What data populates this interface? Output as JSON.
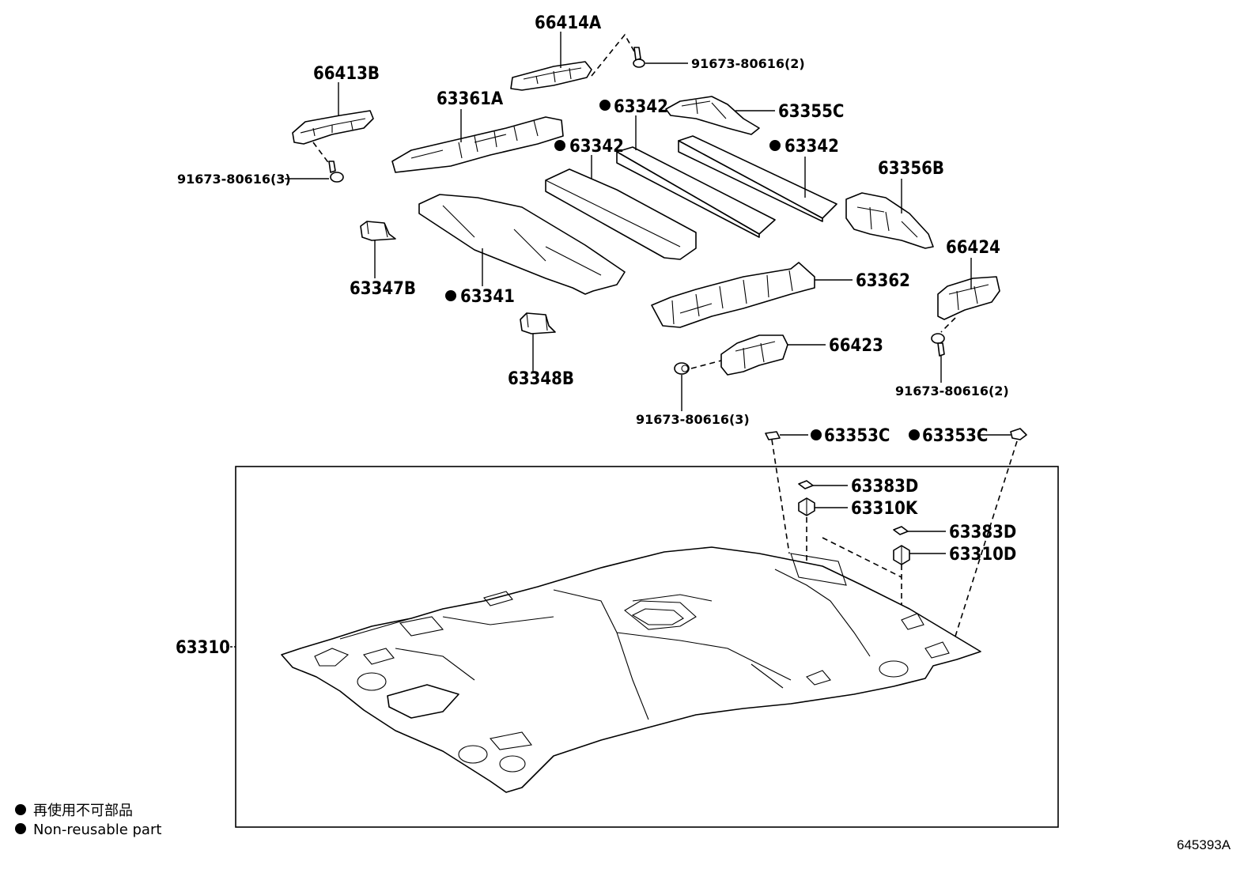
{
  "labels": {
    "p66414A": "66414A",
    "p91673_top": "91673-80616(2)",
    "p66413B": "66413B",
    "p63361A": "63361A",
    "p63342_a": "63342",
    "p63355C": "63355C",
    "p63342_b": "63342",
    "p63342_c": "63342",
    "p91673_left": "91673-80616(3)",
    "p63356B": "63356B",
    "p66424": "66424",
    "p63347B": "63347B",
    "p63341": "63341",
    "p63362": "63362",
    "p66423": "66423",
    "p63348B": "63348B",
    "p91673_right": "91673-80616(2)",
    "p91673_center": "91673-80616(3)",
    "p63353C_a": "63353C",
    "p63353C_b": "63353C",
    "p63383D_a": "63383D",
    "p63310K": "63310K",
    "p63383D_b": "63383D",
    "p63310D": "63310D",
    "p63310": "63310"
  },
  "legend": {
    "japanese": "再使用不可部品",
    "english": "Non-reusable part"
  },
  "diagram_code": "645393A"
}
